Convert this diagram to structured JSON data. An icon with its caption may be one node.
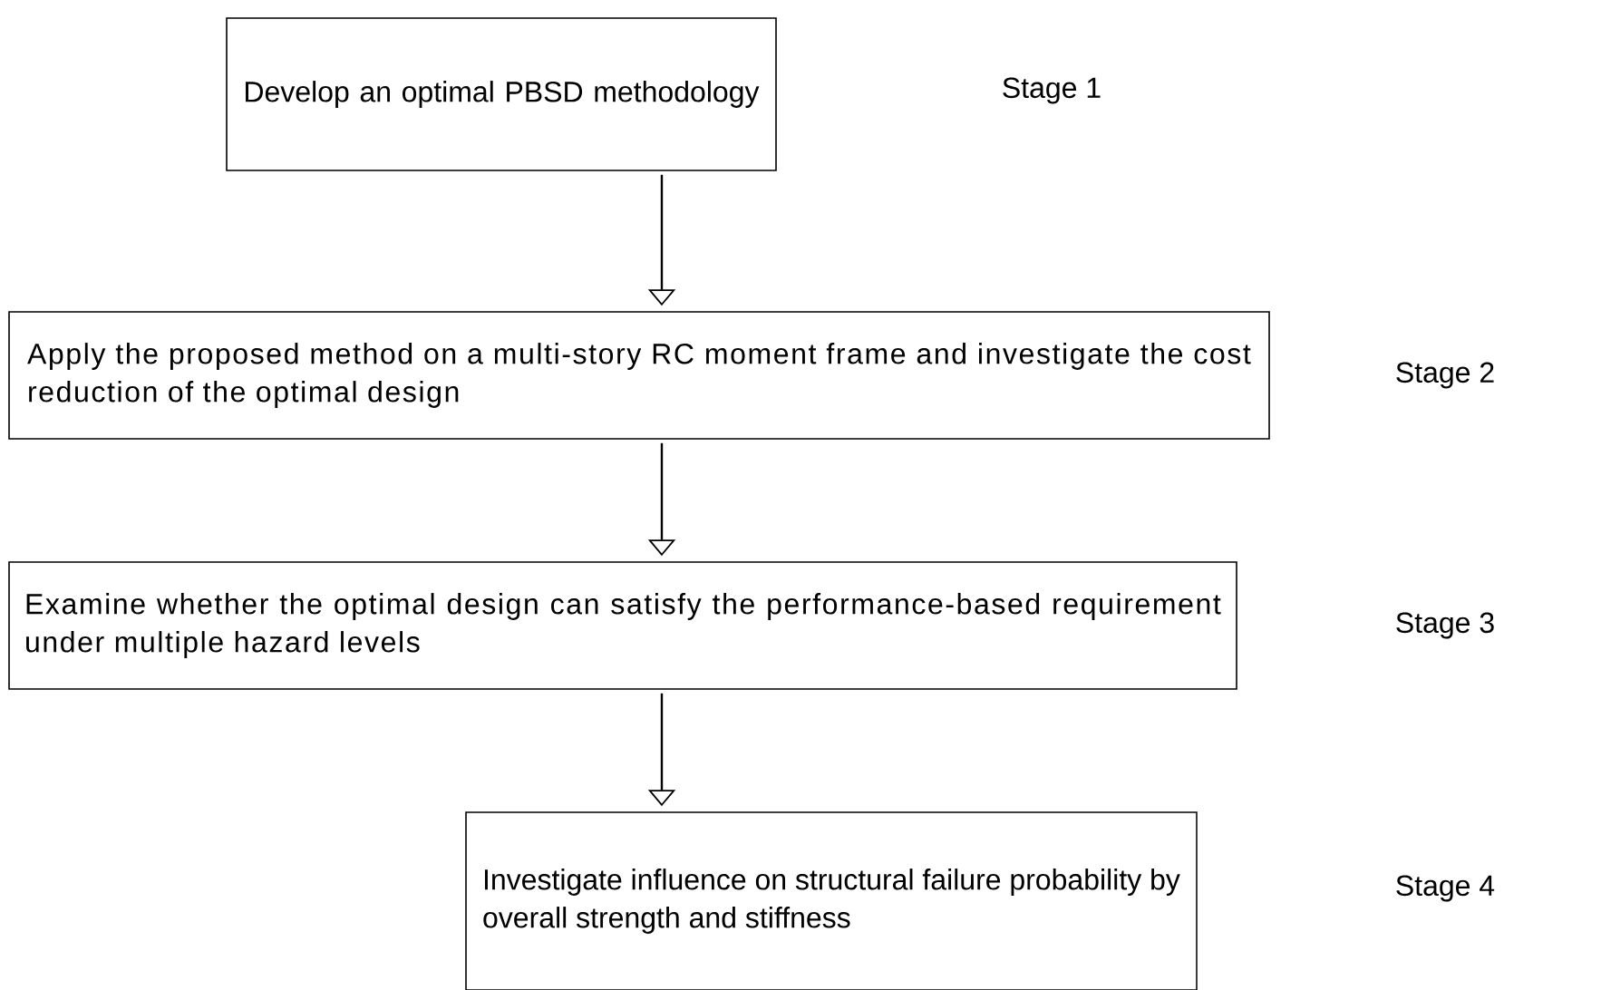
{
  "diagram": {
    "nodes": [
      {
        "text": [
          "Develop an optimal PBSD methodology"
        ]
      },
      {
        "text": [
          "Apply the proposed method on a multi-story RC moment frame and investigate the cost reduction of the optimal design"
        ]
      },
      {
        "text": [
          "Examine whether the optimal design can satisfy the performance-based requirement under multiple hazard levels"
        ]
      },
      {
        "text": [
          "Investigate influence on structural failure probability by overall strength and stiffness"
        ]
      }
    ],
    "edges": [
      {
        "from": 0,
        "to": 1,
        "arrow": "to"
      },
      {
        "from": 1,
        "to": 2,
        "arrow": "to"
      },
      {
        "from": 2,
        "to": 3,
        "arrow": "to"
      }
    ],
    "labels": [
      "Stage 1",
      "Stage 2",
      "Stage 3",
      "Stage 4"
    ]
  }
}
